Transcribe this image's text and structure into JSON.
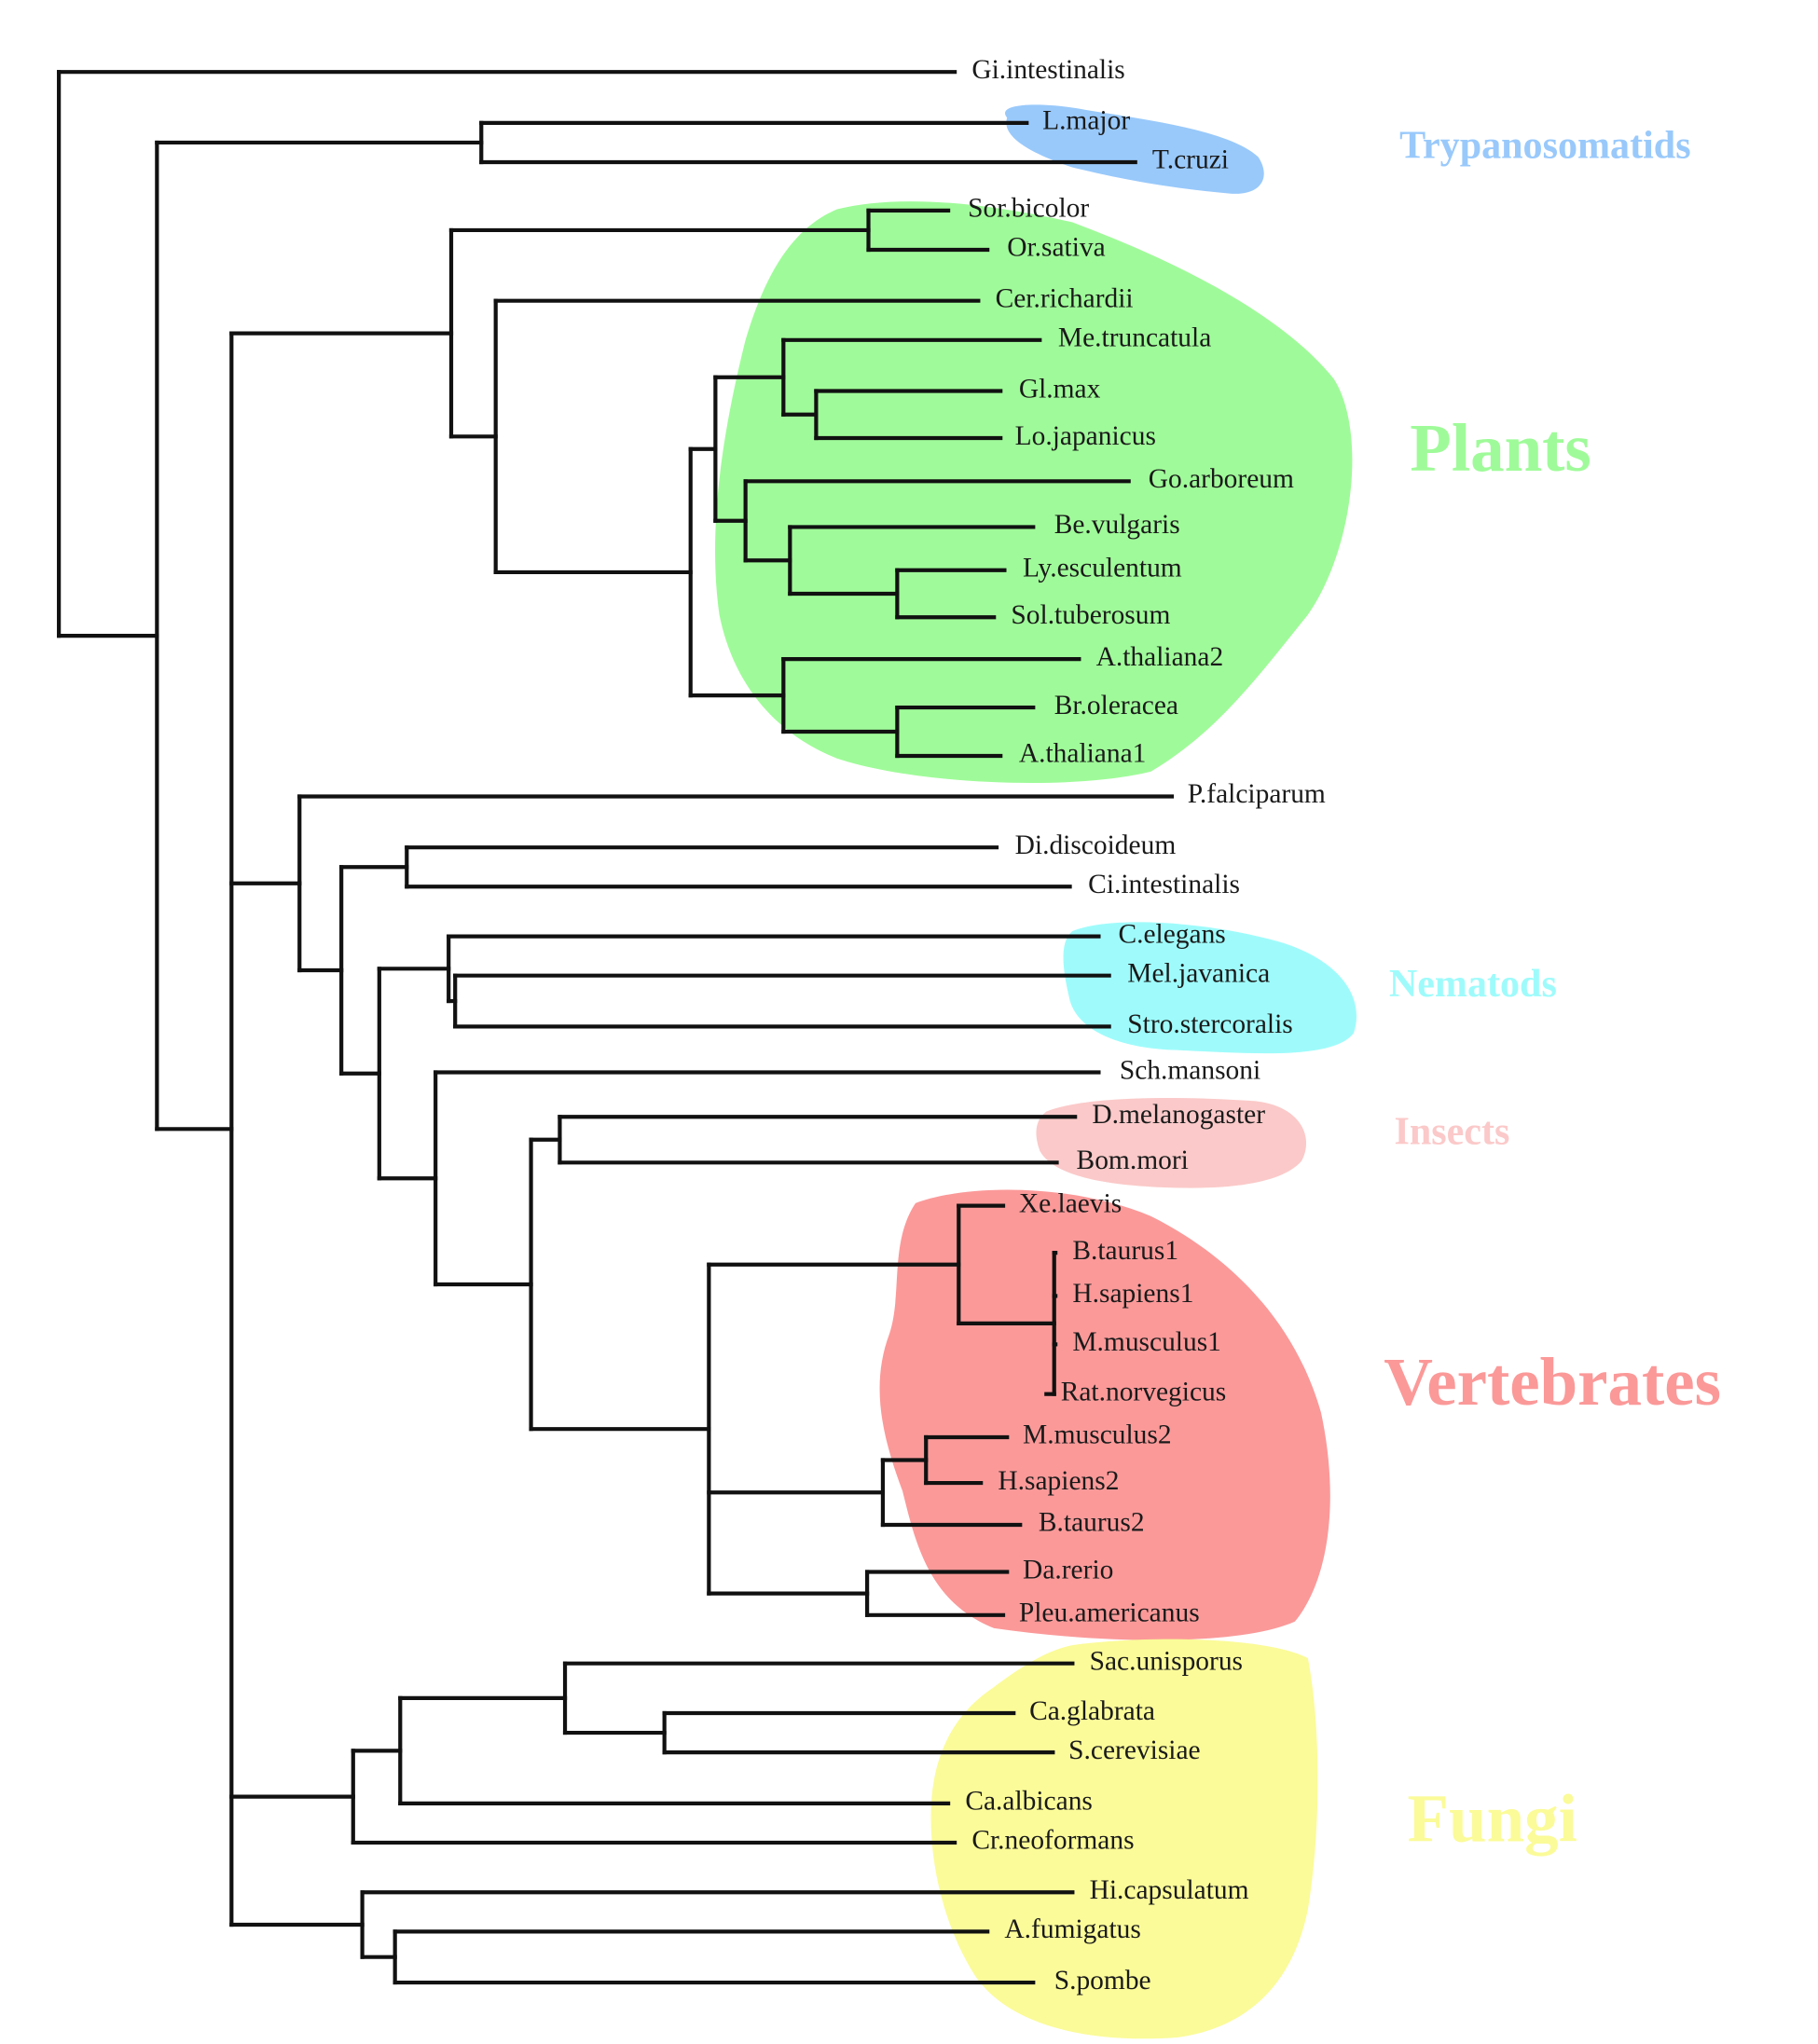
{
  "figure": {
    "type": "phylogenetic-tree",
    "leaves": [
      "Gi.intestinalis",
      "L.major",
      "T.cruzi",
      "Sor.bicolor",
      "Or.sativa",
      "Cer.richardii",
      "Me.truncatula",
      "Gl.max",
      "Lo.japanicus",
      "Go.arboreum",
      "Be.vulgaris",
      "Ly.esculentum",
      "Sol.tuberosum",
      "A.thaliana2",
      "Br.oleracea",
      "A.thaliana1",
      "P.falciparum",
      "Di.discoideum",
      "Ci.intestinalis",
      "C.elegans",
      "Mel.javanica",
      "Stro.stercoralis",
      "Sch.mansoni",
      "D.melanogaster",
      "Bom.mori",
      "Xe.laevis",
      "B.taurus1",
      "H.sapiens1",
      "M.musculus1",
      "Rat.norvegicus",
      "M.musculus2",
      "H.sapiens2",
      "B.taurus2",
      "Da.rerio",
      "Pleu.americanus",
      "Sac.unisporus",
      "Ca.glabrata",
      "S.cerevisiae",
      "Ca.albicans",
      "Cr.neoformans",
      "Hi.capsulatum",
      "A.fumigatus",
      "S.pombe"
    ],
    "topology": "(Gi.intestinalis,((L.major,T.cruzi),(((Sor.bicolor,Or.sativa),(Cer.richardii,(((Me.truncatula,(Gl.max,Lo.japanicus)),(Go.arboreum,(Be.vulgaris,(Ly.esculentum,Sol.tuberosum)))),(A.thaliana2,(Br.oleracea,A.thaliana1))))),((P.falciparum,((Di.discoideum,Ci.intestinalis),((C.elegans,(Mel.javanica,Stro.stercoralis)),(Sch.mansoni,((D.melanogaster,Bom.mori),((Xe.laevis,(B.taurus1,H.sapiens1,M.musculus1,Rat.norvegicus)),((M.musculus2,H.sapiens2),B.taurus2),(Da.rerio,Pleu.americanus)))))))),(((Sac.unisporus,(Ca.glabrata,S.cerevisiae)),Ca.albicans),Cr.neoformans),(Hi.capsulatum,(A.fumigatus,S.pombe)))))));",
    "groups": [
      {
        "name": "Trypanosomatids",
        "color": "#99c9fb",
        "members": [
          "L.major",
          "T.cruzi"
        ]
      },
      {
        "name": "Plants",
        "color": "#9ffb99",
        "members": [
          "Sor.bicolor",
          "Or.sativa",
          "Cer.richardii",
          "Me.truncatula",
          "Gl.max",
          "Lo.japanicus",
          "Go.arboreum",
          "Be.vulgaris",
          "Ly.esculentum",
          "Sol.tuberosum",
          "A.thaliana2",
          "Br.oleracea",
          "A.thaliana1"
        ]
      },
      {
        "name": "Nematods",
        "color": "#9ffbfb",
        "members": [
          "C.elegans",
          "Mel.javanica",
          "Stro.stercoralis"
        ]
      },
      {
        "name": "Insects",
        "color": "#fbc9c9",
        "members": [
          "D.melanogaster",
          "Bom.mori"
        ]
      },
      {
        "name": "Vertebrates",
        "color": "#fb9999",
        "members": [
          "Xe.laevis",
          "B.taurus1",
          "H.sapiens1",
          "M.musculus1",
          "Rat.norvegicus",
          "M.musculus2",
          "H.sapiens2",
          "B.taurus2",
          "Da.rerio",
          "Pleu.americanus"
        ]
      },
      {
        "name": "Fungi",
        "color": "#fbfb99",
        "members": [
          "Sac.unisporus",
          "Ca.glabrata",
          "S.cerevisiae",
          "Ca.albicans",
          "Cr.neoformans",
          "Hi.capsulatum",
          "A.fumigatus",
          "S.pombe"
        ]
      }
    ],
    "branch_color": "#111111",
    "label_color": "#1a1a1a"
  }
}
